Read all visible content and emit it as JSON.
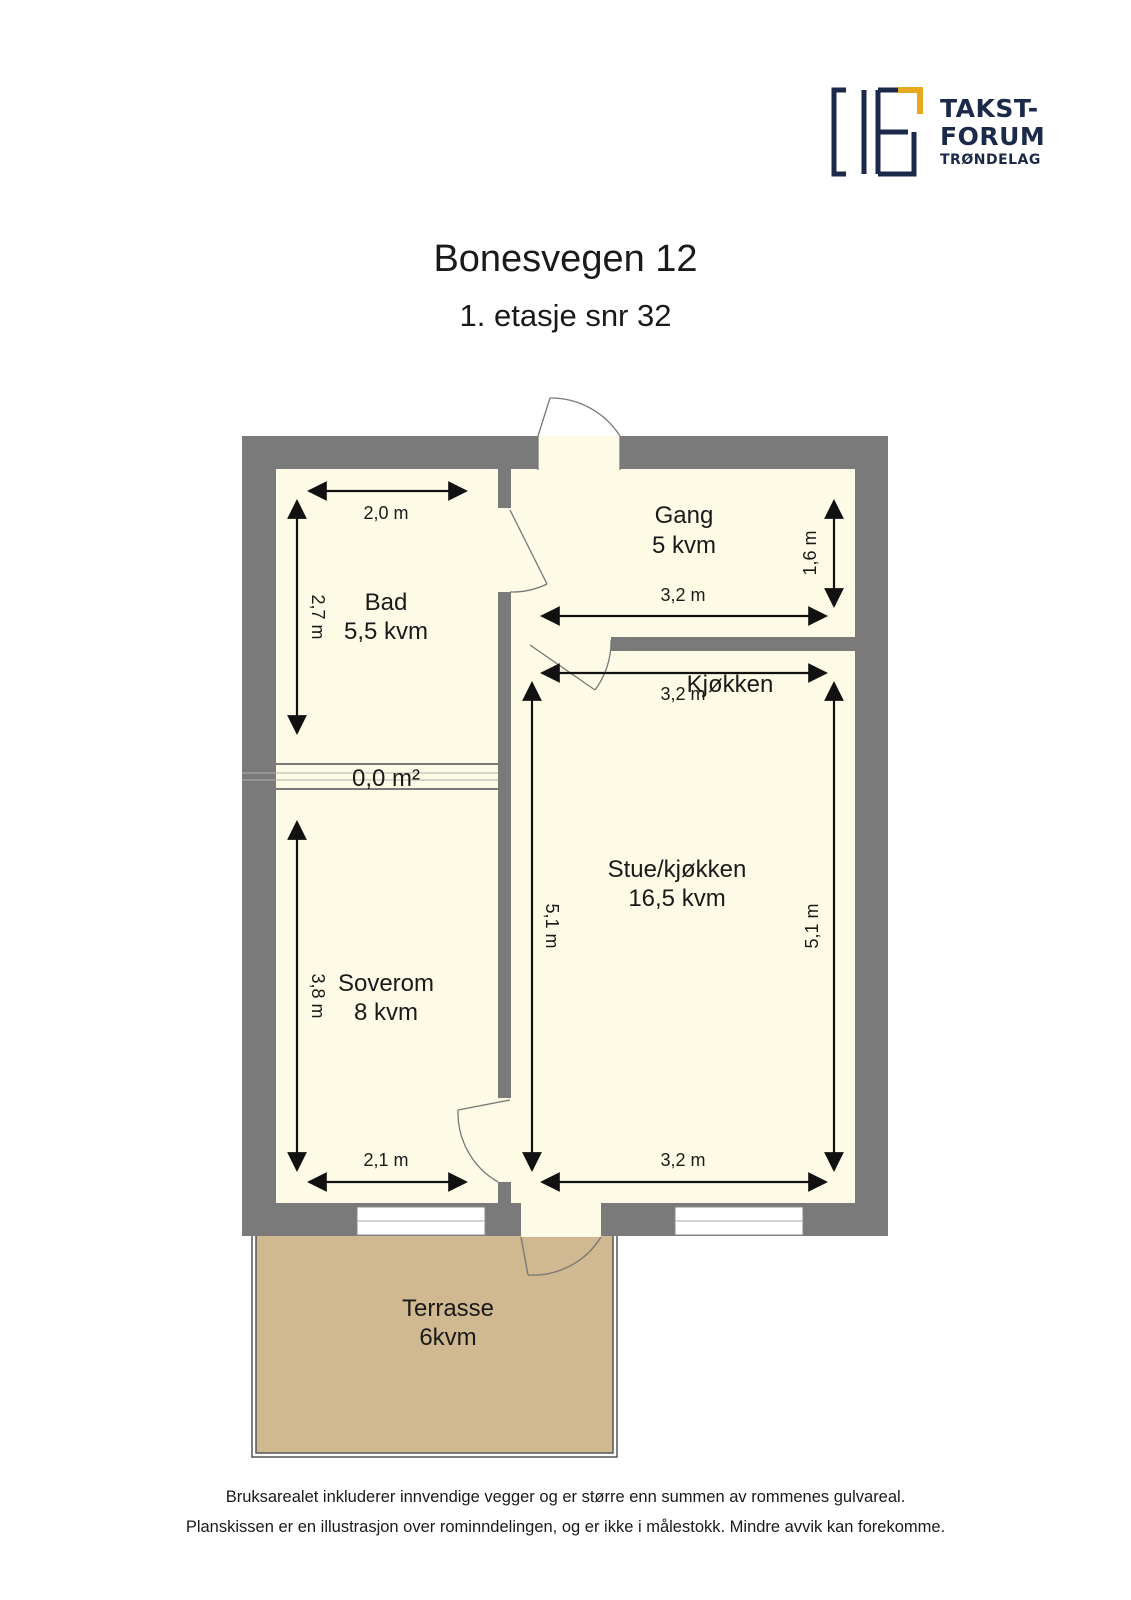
{
  "logo": {
    "line1": "TAKST-",
    "line2": "FORUM",
    "line3": "TRØNDELAG",
    "color_navy": "#1b2a4a",
    "color_gold": "#e8a820"
  },
  "header": {
    "title": "Bonesvegen 12",
    "subtitle": "1. etasje snr 32"
  },
  "rooms": {
    "bad": {
      "name": "Bad",
      "area": "5,5 kvm",
      "width": "2,0 m",
      "length": "2,7 m"
    },
    "gang": {
      "name": "Gang",
      "area": "5 kvm",
      "width": "3,2 m",
      "length": "1,6 m"
    },
    "kjokken": {
      "name": "Kjøkken",
      "width": "3,2 m"
    },
    "passage": {
      "area": "0,0 m²"
    },
    "stue": {
      "name": "Stue/kjøkken",
      "area": "16,5 kvm",
      "width": "3,2 m",
      "length_left": "5,1 m",
      "length_right": "5,1 m"
    },
    "soverom": {
      "name": "Soverom",
      "area": "8 kvm",
      "width": "2,1 m",
      "length": "3,8 m"
    },
    "terrasse": {
      "name": "Terrasse",
      "area": "6kvm"
    }
  },
  "colors": {
    "wall": "#7a7a7a",
    "floor": "#fdfbe6",
    "terrace": "#d0b890"
  },
  "footer": {
    "line1": "Bruksarealet inkluderer innvendige vegger og er større enn summen av rommenes gulvareal.",
    "line2": "Planskissen er en illustrasjon over rominndelingen, og er ikke i målestokk. Mindre avvik kan forekomme."
  }
}
